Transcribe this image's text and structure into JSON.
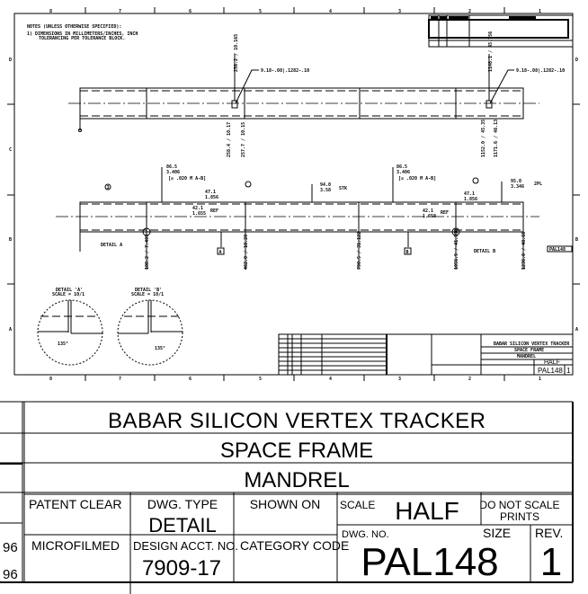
{
  "zones_top": [
    "8",
    "7",
    "6",
    "5",
    "4",
    "3",
    "2",
    "1"
  ],
  "zones_side": [
    "D",
    "C",
    "B",
    "A"
  ],
  "notes": {
    "heading": "NOTES (UNLESS OTHERWISE SPECIFIED):",
    "line1": "1) DIMENSIONS IN MILLIMETERS/INCHES, INCH",
    "line2": "TOLERANCING PER TOLERANCE BLOCK."
  },
  "top_view": {
    "dim_left": "258.2 / 10.165",
    "dim_right": "1148.1 / 45.756",
    "callout_left": "9.18-.08|.1282-.10",
    "callout_right": "9.18-.08|.1282-.10",
    "dim_bottom_left_a": "258.4 / 10.17",
    "dim_bottom_left_b": "257.7 / 10.15",
    "dim_bottom_right_a": "1152.0 / 45.35",
    "dim_bottom_right_b": "1171.6 / 46.13"
  },
  "bottom_view": {
    "dim1_top": "86.5",
    "dim1_bot": "3.406",
    "tol1": "[◎ .020 M A-B]",
    "dim2_top": "86.5",
    "dim2_bot": "3.406",
    "tol2": "[◎ .020 M A-B]",
    "dim3_top": "94.0",
    "dim3_bot": "3.58",
    "dim3_suffix": "STK",
    "dim4_top": "95.0",
    "dim4_bot": "3.346",
    "dim4_suffix": "2PL",
    "dim5_top": "47.1",
    "dim5_bot": "1.856",
    "dim6_top": "42.1",
    "dim6_bot": "1.655",
    "ref": "REF",
    "dim7_top": "47.1",
    "dim7_bot": "1.856",
    "dim8_top": "42.1",
    "dim8_bot": "1.658",
    "ref2": "REF",
    "detail_a": "DETAIL A",
    "detail_b": "DETAIL B",
    "datum_a": "A",
    "datum_b": "B",
    "balloon": "3",
    "dim_x1": "188.2 / 7.409",
    "dim_x2": "462.0 / 18.20",
    "dim_x3": "790.5 / 31.122",
    "dim_x4": "1056.9 / 41.598",
    "dim_x5": "1236.0 / 48.66",
    "tag": "PAL148"
  },
  "details": [
    {
      "title": "DETAIL 'A'",
      "scale": "SCALE = 10/1",
      "angle": "135°"
    },
    {
      "title": "DETAIL 'B'",
      "scale": "SCALE = 10/1",
      "angle": "135°"
    }
  ],
  "mini_block": {
    "line1": "BABAR SILICON VERTEX TRACKER",
    "line2": "SPACE FRAME",
    "line3": "MANDREL",
    "scale": "HALF",
    "dwg": "PAL148",
    "rev": "1"
  },
  "title_block": {
    "title1": "BABAR SILICON VERTEX TRACKER",
    "title2": "SPACE FRAME",
    "title3": "MANDREL",
    "patent_label": "PATENT CLEAR",
    "dwg_type_label": "DWG. TYPE",
    "dwg_type_value": "DETAIL",
    "shown_on_label": "SHOWN ON",
    "scale_label": "SCALE",
    "scale_value": "HALF",
    "do_not_scale": "DO NOT SCALE",
    "prints": "PRINTS",
    "microfilmed_label": "MICROFILMED",
    "design_acct_label": "DESIGN ACCT. NO.",
    "design_acct_value": "7909-17",
    "category_label": "CATEGORY CODE",
    "dwg_no_label": "DWG. NO.",
    "dwg_no_value": "PAL148",
    "size_label": "SIZE",
    "rev_label": "REV.",
    "rev_value": "1",
    "left_date1": "96",
    "left_date2": "96"
  }
}
